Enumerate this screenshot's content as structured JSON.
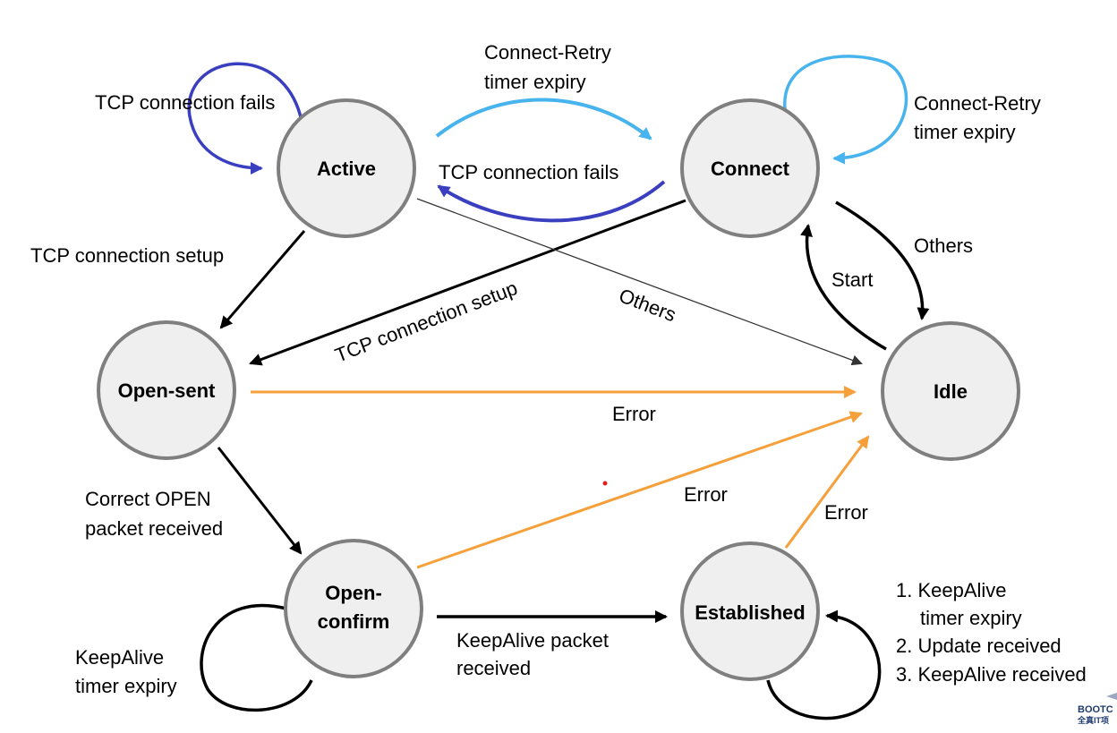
{
  "colors": {
    "black": "#000000",
    "orange": "#f5a03a",
    "light_blue": "#48b4ee",
    "dark_blue": "#3a3fbf",
    "thin_gray": "#333333",
    "state_fill": "#efefef",
    "state_stroke": "#7f7f7f",
    "dot_red": "#e02020"
  },
  "states": {
    "active": "Active",
    "connect": "Connect",
    "open_sent": "Open-sent",
    "idle": "Idle",
    "open_confirm_line1": "Open-",
    "open_confirm_line2": "confirm",
    "established": "Established"
  },
  "labels": {
    "active_self": "TCP connection fails",
    "active_to_connect_1": "Connect-Retry",
    "active_to_connect_2": "timer expiry",
    "connect_to_active": "TCP connection fails",
    "connect_self_1": "Connect-Retry",
    "connect_self_2": "timer expiry",
    "active_to_opensent": "TCP connection setup",
    "connect_to_opensent": "TCP connection setup",
    "active_to_idle": "Others",
    "connect_to_idle": "Others",
    "idle_to_connect": "Start",
    "opensent_to_idle": "Error",
    "opensent_to_openconfirm_1": "Correct OPEN",
    "opensent_to_openconfirm_2": "packet received",
    "openconfirm_to_idle": "Error",
    "established_to_idle": "Error",
    "openconfirm_to_established_1": "KeepAlive packet",
    "openconfirm_to_established_2": "received",
    "openconfirm_self_1": "KeepAlive",
    "openconfirm_self_2": "timer expiry",
    "established_self_1": "1. KeepAlive",
    "established_self_2": "timer expiry",
    "established_self_3": "2. Update received",
    "established_self_4": "3. KeepAlive received"
  },
  "logo": {
    "line1": "BOOTC",
    "line2": "全真IT项"
  }
}
